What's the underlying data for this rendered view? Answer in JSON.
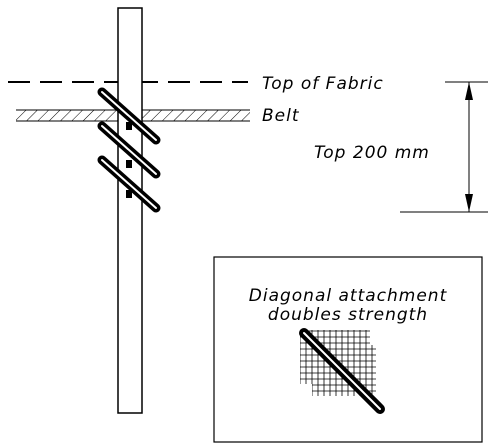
{
  "labels": {
    "top_of_fabric": "Top of Fabric",
    "belt": "Belt",
    "dimension": "Top 200 mm"
  },
  "inset": {
    "line1": "Diagonal attachment",
    "line2": "doubles strength"
  }
}
